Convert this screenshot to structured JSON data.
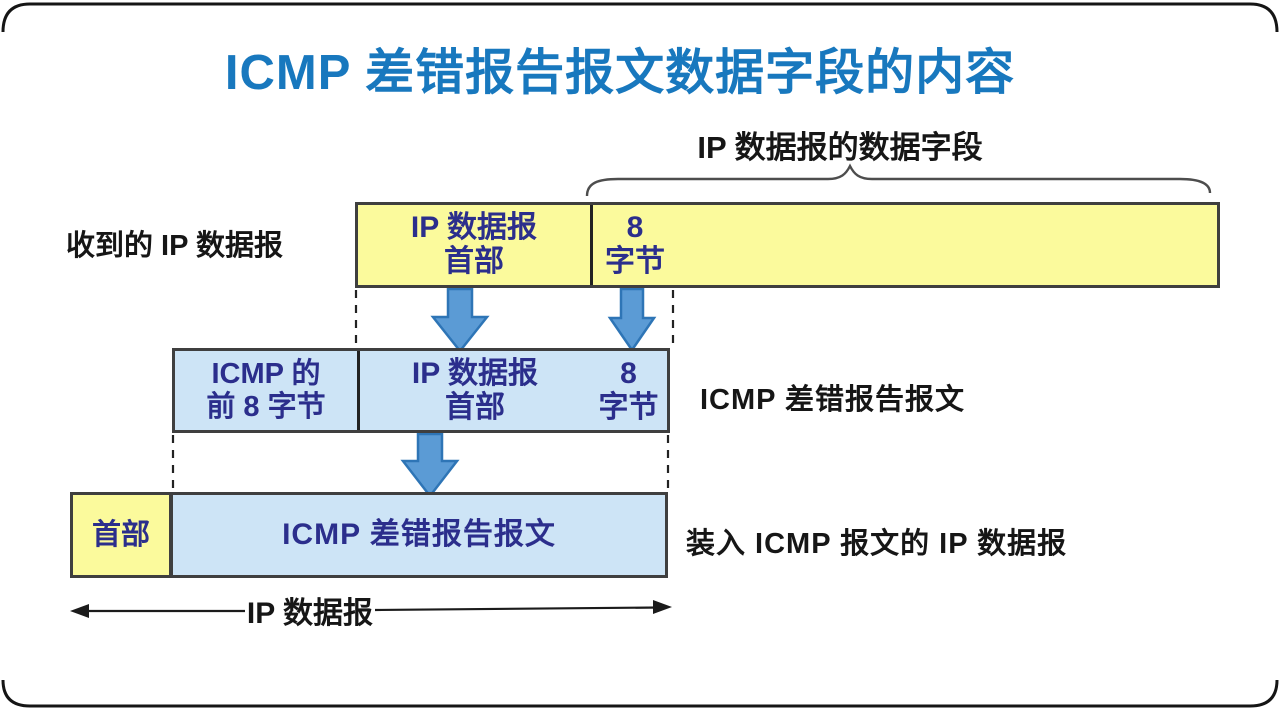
{
  "title": "ICMP 差错报告报文数据字段的内容",
  "colors": {
    "title_blue": "#1878be",
    "cell_text_indigo": "#2b2e8c",
    "bar_yellow": "#fbfa9c",
    "bar_light_blue": "#cde4f6",
    "arrow_fill": "#5b9bd5",
    "arrow_outline": "#2e75b6",
    "box_border": "#3f3f3f",
    "label_black": "#161616"
  },
  "brace": {
    "label": "IP 数据报的数据字段"
  },
  "row_received": {
    "side_label": "收到的 IP 数据报",
    "cell_ip_header": {
      "line1": "IP 数据报",
      "line2": "首部"
    },
    "cell_8bytes": {
      "line1": "8",
      "line2": "字节"
    }
  },
  "row_icmp": {
    "cell_first8": {
      "line1": "ICMP 的",
      "line2": "前 8 字节"
    },
    "cell_ip_header": {
      "line1": "IP 数据报",
      "line2": "首部"
    },
    "cell_8bytes": {
      "line1": "8",
      "line2": "字节"
    },
    "side_label": "ICMP 差错报告报文"
  },
  "row_encap": {
    "cell_header": "首部",
    "cell_payload": "ICMP 差错报告报文",
    "side_label": "装入 ICMP 报文的 IP 数据报"
  },
  "bottom_span": {
    "label": "IP 数据报"
  }
}
